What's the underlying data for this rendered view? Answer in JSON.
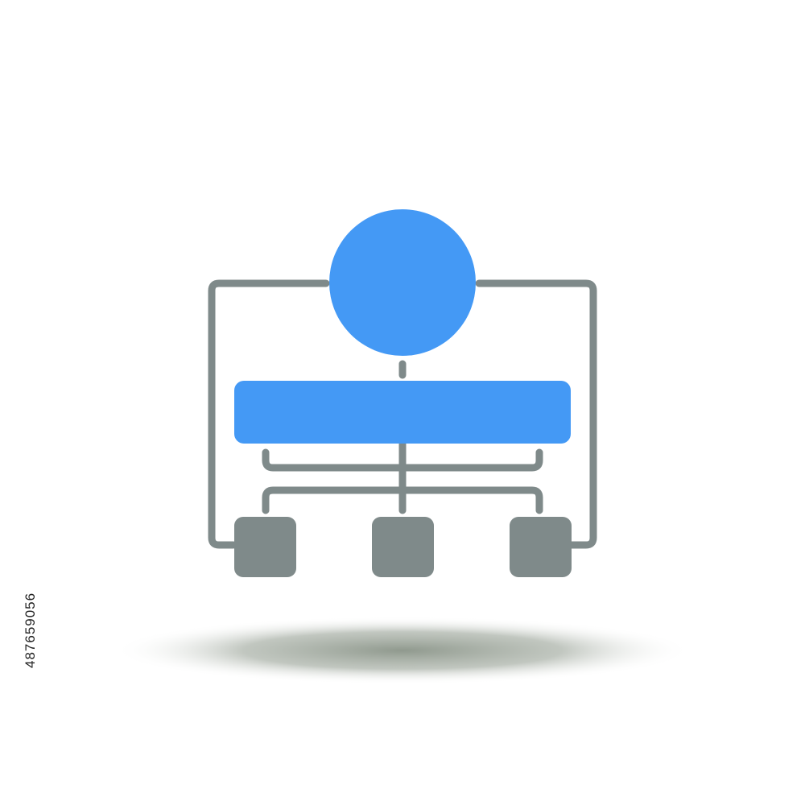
{
  "stock_id": "487659056",
  "colors": {
    "primary_blue": "#4499f5",
    "secondary_gray": "#7f8a8a",
    "shadow": "#8a9488",
    "background": "#ffffff"
  },
  "icon": {
    "name": "hierarchy-structure-icon",
    "parts": [
      "top-circle-node",
      "horizontal-bar-node",
      "child-square-node-left",
      "child-square-node-center",
      "child-square-node-right",
      "connector-lines",
      "floor-shadow"
    ]
  }
}
